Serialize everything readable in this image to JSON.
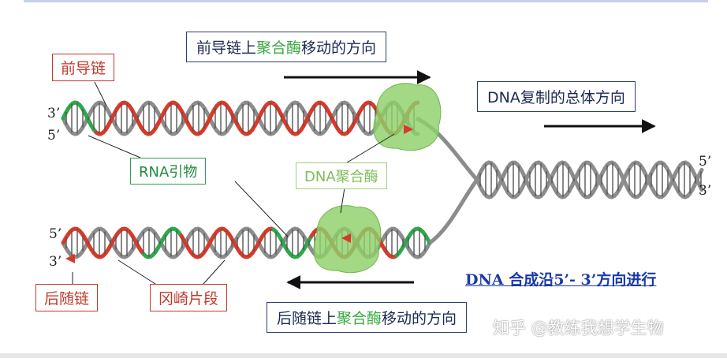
{
  "labels": {
    "leading_strand": "前导链",
    "leading_poly_pre": "前导链上",
    "leading_poly_hl": "聚合酶",
    "leading_poly_post": "移动的方向",
    "overall": "DNA复制的总体方向",
    "primer": "RNA引物",
    "polymerase": "DNA聚合酶",
    "lagging_strand": "后随链",
    "okazaki": "冈崎片段",
    "lagging_poly_pre": "后随链上",
    "lagging_poly_hl": "聚合酶",
    "lagging_poly_post": "移动的方向",
    "synthesis_note": "DNA 合成沿5’- 3’方向进行",
    "watermark": "知乎 @教练我想学生物"
  },
  "ends": {
    "top_left_upper": "3’",
    "top_left_lower": "5’",
    "bottom_left_upper": "5’",
    "bottom_left_lower": "3’",
    "right_upper": "5’",
    "right_lower": "3’"
  },
  "colors": {
    "strand_gray": "#8c8c8c",
    "new_strand_red": "#d83a2a",
    "primer_green": "#2ea84c",
    "polymerase_green": "#8fd06a",
    "label_red": "#c0392b",
    "label_navy": "#1b2a52",
    "synthesis_blue": "#1a3aa8"
  }
}
